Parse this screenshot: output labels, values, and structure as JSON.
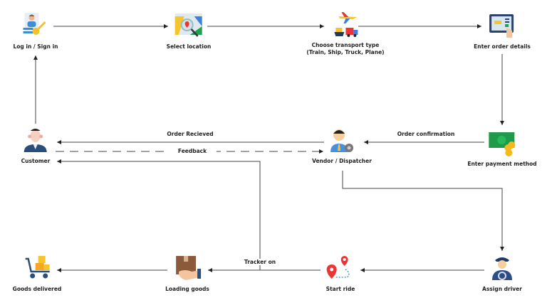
{
  "nodes": {
    "login": "Log in / Sign in",
    "select_location": "Select location",
    "transport_line1": "Choose transport type",
    "transport_line2": "(Train, Ship, Truck, Plane)",
    "order_details": "Enter order details",
    "payment": "Enter payment method",
    "vendor": "Vendor / Dispatcher",
    "customer": "Customer",
    "driver": "Assign driver",
    "start_ride": "Start ride",
    "loading": "Loading goods",
    "delivered": "Goods delivered"
  },
  "edges": {
    "order_received": "Order Recieved",
    "feedback": "Feedback",
    "order_confirmation": "Order confirmation",
    "tracker_on": "Tracker on"
  },
  "colors": {
    "line": "#333333",
    "dashed": "#666666"
  }
}
